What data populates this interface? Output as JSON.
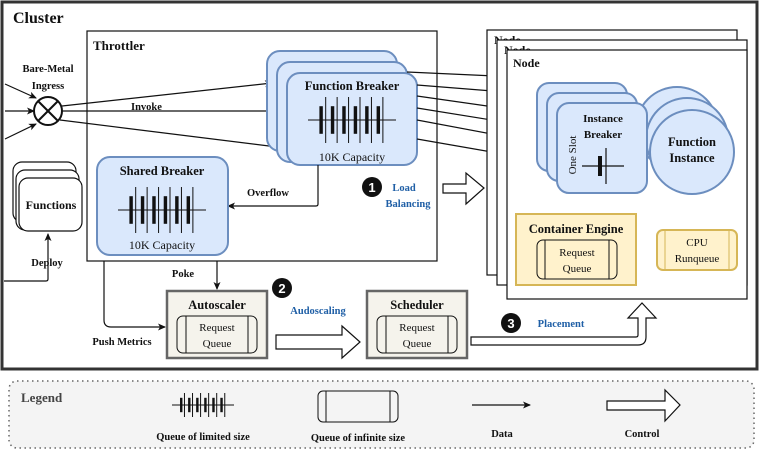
{
  "cluster": {
    "title": "Cluster"
  },
  "ingress": {
    "label_line1": "Bare-Metal",
    "label_line2": "Ingress"
  },
  "throttler": {
    "title": "Throttler",
    "invoke_label": "Invoke",
    "overflow_label": "Overflow",
    "function_breaker": {
      "title": "Function Breaker",
      "capacity": "10K Capacity"
    },
    "shared_breaker": {
      "title": "Shared Breaker",
      "capacity": "10K Capacity"
    }
  },
  "functions": {
    "label": "Functions",
    "deploy_label": "Deploy"
  },
  "edges": {
    "poke": "Poke",
    "push_metrics": "Push Metrics"
  },
  "steps": [
    {
      "number": "1",
      "label_line1": "Load",
      "label_line2": "Balancing"
    },
    {
      "number": "2",
      "label": "Audoscaling"
    },
    {
      "number": "3",
      "label": "Placement"
    }
  ],
  "autoscaler": {
    "title": "Autoscaler",
    "queue_line1": "Request",
    "queue_line2": "Queue"
  },
  "scheduler": {
    "title": "Scheduler",
    "queue_line1": "Request",
    "queue_line2": "Queue"
  },
  "node": {
    "title": "Node",
    "instance_breaker": {
      "title_line1": "Instance",
      "title_line2": "Breaker",
      "slot_label": "One Slot"
    },
    "function_instance": {
      "line1": "Function",
      "line2": "Instance"
    },
    "container_engine": {
      "title": "Container Engine",
      "queue_line1": "Request",
      "queue_line2": "Queue"
    },
    "cpu_runqueue": {
      "line1": "CPU",
      "line2": "Runqueue"
    }
  },
  "legend": {
    "title": "Legend",
    "items": [
      {
        "label": "Queue of limited size"
      },
      {
        "label": "Queue of infinite size"
      },
      {
        "label": "Data"
      },
      {
        "label": "Control"
      }
    ]
  },
  "colors": {
    "breaker_fill": "#dae8fc",
    "breaker_stroke": "#6c8ebf",
    "container_fill": "#fff2cc",
    "container_stroke": "#d6b656",
    "step_label": "#1f5fa6"
  }
}
